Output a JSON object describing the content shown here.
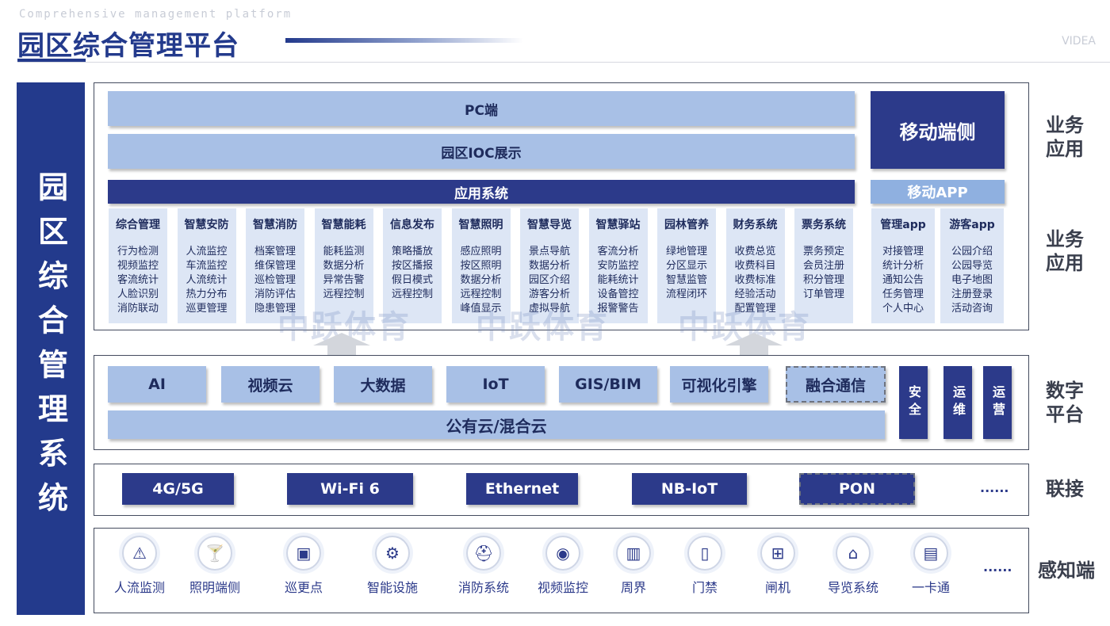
{
  "header": {
    "subtitle_en": "Comprehensive management platform",
    "title": "园区综合管理平台",
    "brand": "VIDEA"
  },
  "left_bar": {
    "title": "园区综合管理系统"
  },
  "watermark": "中跃体育",
  "business": {
    "pc": "PC端",
    "ioc": "园区IOC展示",
    "app_system": "应用系统",
    "mobile_side": "移动端侧",
    "mobile_app": "移动APP",
    "columns": [
      {
        "title": "综合管理",
        "items": [
          "行为检测",
          "视频监控",
          "客流统计",
          "人脸识别",
          "消防联动"
        ]
      },
      {
        "title": "智慧安防",
        "items": [
          "人流监控",
          "车流监控",
          "人流统计",
          "热力分布",
          "巡更管理"
        ]
      },
      {
        "title": "智慧消防",
        "items": [
          "档案管理",
          "维保管理",
          "巡检管理",
          "消防评估",
          "隐患管理"
        ]
      },
      {
        "title": "智慧能耗",
        "items": [
          "能耗监测",
          "数据分析",
          "异常告警",
          "远程控制"
        ]
      },
      {
        "title": "信息发布",
        "items": [
          "策略播放",
          "按区播报",
          "假日模式",
          "远程控制"
        ]
      },
      {
        "title": "智慧照明",
        "items": [
          "感应照明",
          "按区照明",
          "数据分析",
          "远程控制",
          "峰值显示"
        ]
      },
      {
        "title": "智慧导览",
        "items": [
          "景点导航",
          "数据分析",
          "园区介绍",
          "游客分析",
          "虚拟导航"
        ]
      },
      {
        "title": "智慧驿站",
        "items": [
          "客流分析",
          "安防监控",
          "能耗统计",
          "设备管控",
          "报警警告"
        ]
      },
      {
        "title": "园林管养",
        "items": [
          "绿地管理",
          "分区显示",
          "智慧监管",
          "流程闭环"
        ]
      },
      {
        "title": "财务系统",
        "items": [
          "收费总览",
          "收费科目",
          "收费标准",
          "经验活动",
          "配置管理"
        ]
      },
      {
        "title": "票务系统",
        "items": [
          "票务预定",
          "会员注册",
          "积分管理",
          "订单管理"
        ]
      }
    ],
    "app_columns": [
      {
        "title": "管理app",
        "items": [
          "对接管理",
          "统计分析",
          "通知公告",
          "任务管理",
          "个人中心"
        ]
      },
      {
        "title": "游客app",
        "items": [
          "公园介绍",
          "公园导览",
          "电子地图",
          "注册登录",
          "活动咨询"
        ]
      }
    ]
  },
  "digital": {
    "items": [
      "AI",
      "视频云",
      "大数据",
      "IoT",
      "GIS/BIM",
      "可视化引擎",
      "融合通信"
    ],
    "cloud": "公有云/混合云",
    "side": [
      "安全",
      "运维",
      "运营"
    ]
  },
  "connect": {
    "items": [
      "4G/5G",
      "Wi-Fi 6",
      "Ethernet",
      "NB-IoT",
      "PON"
    ],
    "more": "......"
  },
  "sense": {
    "items": [
      {
        "label": "人流监测",
        "icon": "fire-alarm-icon"
      },
      {
        "label": "照明端侧",
        "icon": "lamp-icon"
      },
      {
        "label": "巡更点",
        "icon": "patrol-point-icon"
      },
      {
        "label": "智能设施",
        "icon": "smart-facility-icon"
      },
      {
        "label": "消防系统",
        "icon": "fire-extinguisher-icon"
      },
      {
        "label": "视频监控",
        "icon": "camera-icon"
      },
      {
        "label": "周界",
        "icon": "fence-icon"
      },
      {
        "label": "门禁",
        "icon": "door-icon"
      },
      {
        "label": "闸机",
        "icon": "gate-icon"
      },
      {
        "label": "导览系统",
        "icon": "guide-icon"
      },
      {
        "label": "一卡通",
        "icon": "card-icon"
      }
    ],
    "more": "......"
  },
  "side_labels": {
    "business1": "业务应用",
    "business2": "业务应用",
    "digital": "数字平台",
    "connect": "联接",
    "sense": "感知端"
  }
}
